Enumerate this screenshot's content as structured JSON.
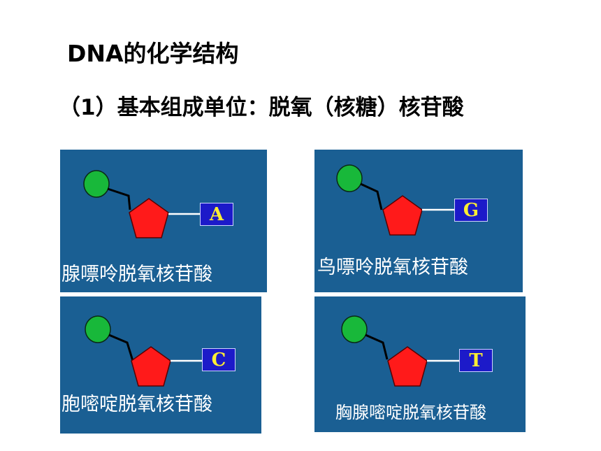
{
  "title": "DNA的化学结构",
  "subtitle": "（1）基本组成单位：脱氧（核糖）核苷酸",
  "nucleotides": [
    {
      "base": "A",
      "name": "腺嘌呤脱氧核苷酸"
    },
    {
      "base": "G",
      "name": "鸟嘌呤脱氧核苷酸"
    },
    {
      "base": "C",
      "name": "胞嘧啶脱氧核苷酸"
    },
    {
      "base": "T",
      "name": "胸腺嘧啶脱氧核苷酸"
    }
  ],
  "colors": {
    "card_bg": "#1a5f93",
    "phosphate": "#18b83a",
    "sugar": "#ff1a1a",
    "base_box": "#1c1ac9",
    "base_letter": "#ffee33"
  }
}
